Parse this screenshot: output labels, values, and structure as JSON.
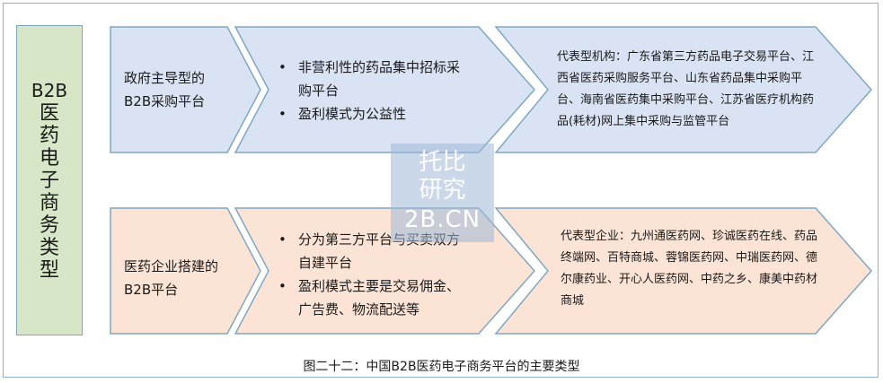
{
  "category": {
    "b2b": "B2B",
    "label": "医药电子商务类型"
  },
  "rows": [
    {
      "type": "政府主导型的B2B采购平台",
      "features": [
        "非营利性的药品集中招标采购平台",
        "盈利模式为公益性"
      ],
      "examples": "代表型机构：广东省第三方药品电子交易平台、江西省医药采购服务平台、山东省药品集中采购平台、海南省医药集中采购平台、江苏省医疗机构药品(耗材)网上集中采购与监管平台"
    },
    {
      "type": "医药企业搭建的B2B平台",
      "features": [
        "分为第三方平台与买卖双方自建平台",
        "盈利模式主要是交易佣金、广告费、物流配送等"
      ],
      "examples": "代表型企业：九州通医药网、珍诚医药在线、药品终端网、百特商城、蓉锦医药网、中瑞医药网、德尔康药业、开心人医药网、中药之乡、康美中药材商城"
    }
  ],
  "caption": "图二十二：中国B2B医药电子商务平台的主要类型",
  "watermark": {
    "line1": "托比",
    "line2": "研究",
    "line3": "2B.CN"
  },
  "colors": {
    "row1_fill": "#dae3f3",
    "row2_fill": "#fbe4d5",
    "left_fill": "#d6e6c6",
    "border": "#7fa7c2"
  }
}
